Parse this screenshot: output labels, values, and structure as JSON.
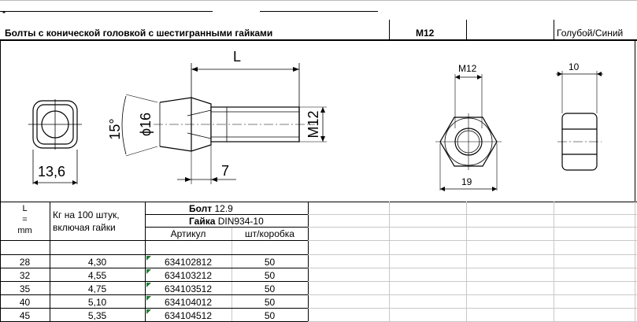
{
  "header": {
    "dash": "-",
    "title": "Болты с конической головкой с шестигранными гайками",
    "size": "M12",
    "color": "Голубой/Синий"
  },
  "drawing": {
    "dim_L": "L",
    "dim_angle": "15°",
    "dim_phi": "ϕ16",
    "dim_m12_side": "M12",
    "dim_head": "7",
    "dim_width": "13,6",
    "dim_nut_m12": "M12",
    "dim_nut_19": "19",
    "dim_nut_10": "10"
  },
  "table": {
    "col_L": [
      "L",
      "=",
      "mm"
    ],
    "col_kg": [
      "Кг на 100 штук,",
      "включая гайки"
    ],
    "bolt_label": "Болт",
    "bolt_value": "12.9",
    "nut_label": "Гайка",
    "nut_value": "DIN934-10",
    "article_header": "Артикул",
    "qty_header": "шт/коробка",
    "rows": [
      {
        "l": "28",
        "kg": "4,30",
        "art": "634102812",
        "qty": "50"
      },
      {
        "l": "32",
        "kg": "4,55",
        "art": "634103212",
        "qty": "50"
      },
      {
        "l": "35",
        "kg": "4,75",
        "art": "634103512",
        "qty": "50"
      },
      {
        "l": "40",
        "kg": "5,10",
        "art": "634104012",
        "qty": "50"
      },
      {
        "l": "45",
        "kg": "5,35",
        "art": "634104512",
        "qty": "50"
      }
    ]
  },
  "colors": {
    "green_marker": "#1e7b34",
    "gray_grid": "#c8c8c8"
  }
}
